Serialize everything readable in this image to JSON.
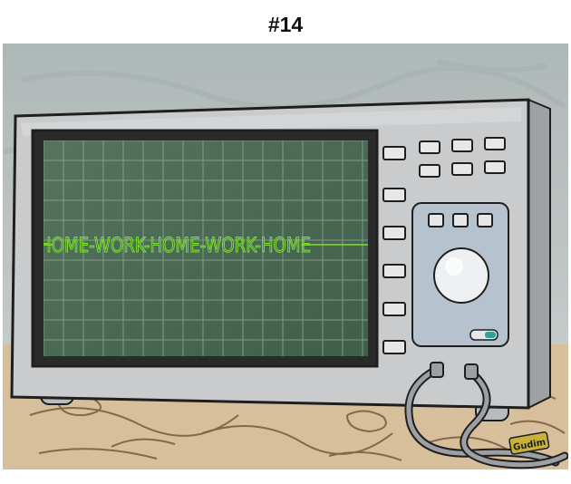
{
  "page": {
    "title": "#14"
  },
  "illustration": {
    "subject": "oscilloscope",
    "waveform_text": "HOME-WORK-HOME-WORK-HOME",
    "signature": "Gudim",
    "colors": {
      "wall": "#b9c2c1",
      "table": "#d8bf9c",
      "device_body": "#c9cbcc",
      "screen": "#4b6b56",
      "grid": "#8ea892",
      "trace": "#7be12b",
      "outline": "#1f1f1f",
      "tag": "#c7b23a"
    }
  }
}
